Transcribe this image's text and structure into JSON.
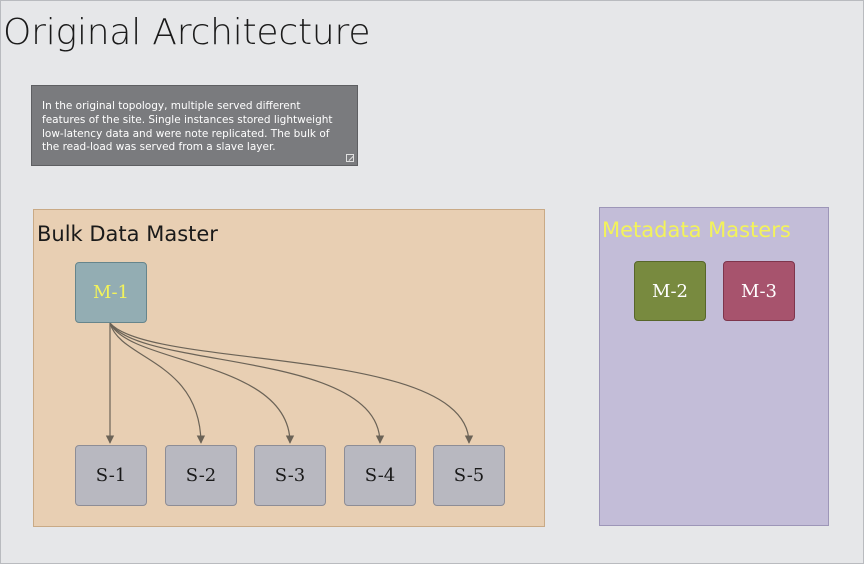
{
  "page_title": "Original Architecture",
  "note": "In the original topology, multiple served different features of the site.  Single instances stored lightweight low-latency data and were note replicated.  The bulk of the read-load was served from a slave layer.",
  "groups": {
    "bulk": {
      "title": "Bulk Data Master",
      "color": "#e8cfb3"
    },
    "meta": {
      "title": "Metadata Masters",
      "color": "#c3bdd8"
    }
  },
  "nodes": {
    "m1": "M-1",
    "m2": "M-2",
    "m3": "M-3",
    "s1": "S-1",
    "s2": "S-2",
    "s3": "S-3",
    "s4": "S-4",
    "s5": "S-5"
  },
  "edges": [
    {
      "from": "M-1",
      "to": "S-1"
    },
    {
      "from": "M-1",
      "to": "S-2"
    },
    {
      "from": "M-1",
      "to": "S-3"
    },
    {
      "from": "M-1",
      "to": "S-4"
    },
    {
      "from": "M-1",
      "to": "S-5"
    }
  ],
  "colors": {
    "title_accent": "#f3f35a",
    "edge": "#6b6357"
  }
}
